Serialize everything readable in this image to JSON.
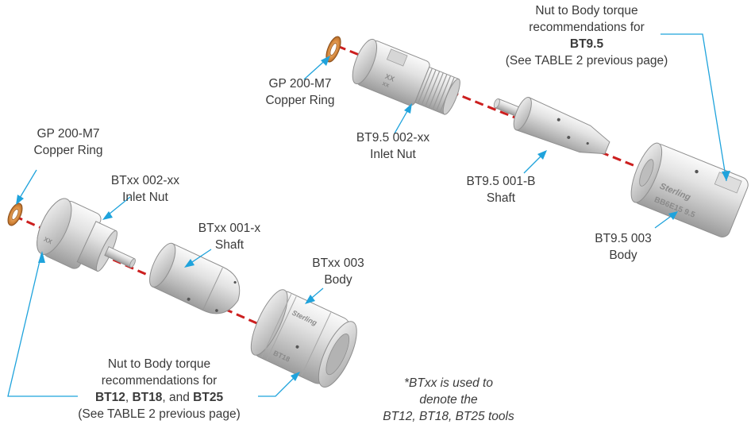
{
  "labels": {
    "top_torque": {
      "line1": "Nut to Body torque",
      "line2": "recommendations for",
      "line3": "BT9.5",
      "line4": "(See TABLE 2 previous page)"
    },
    "top_ring": {
      "line1": "GP 200-M7",
      "line2": "Copper Ring"
    },
    "top_nut": {
      "line1": "BT9.5 002-xx",
      "line2": "Inlet Nut"
    },
    "top_shaft": {
      "line1": "BT9.5 001-B",
      "line2": "Shaft"
    },
    "top_body": {
      "line1": "BT9.5 003",
      "line2": "Body"
    },
    "left_ring": {
      "line1": "GP 200-M7",
      "line2": "Copper Ring"
    },
    "left_nut": {
      "line1": "BTxx 002-xx",
      "line2": "Inlet Nut"
    },
    "left_shaft": {
      "line1": "BTxx 001-x",
      "line2": "Shaft"
    },
    "left_body": {
      "line1": "BTxx 003",
      "line2": "Body"
    },
    "bottom_torque": {
      "line1": "Nut to Body torque",
      "line2": "recommendations for",
      "bt12": "BT12",
      "sep1": ", ",
      "bt18": "BT18",
      "sep2": ", and ",
      "bt25": "BT25",
      "line4": "(See TABLE 2 previous page)"
    },
    "note": {
      "line1": "*BTxx is used to",
      "line2": "denote the",
      "line3": "BT12, BT18, BT25 tools"
    }
  },
  "part_markings": {
    "top_nut": "XX",
    "top_nut_2": "xx",
    "top_body_brand": "Sterling",
    "top_body_code": "BB6E15 9.5",
    "left_nut": "XX",
    "left_body_brand": "Sterling",
    "left_body_code": "BT18"
  },
  "colors": {
    "leader": "#1fa3dc",
    "axis": "#cc1f1f",
    "copper": "#d98a3d",
    "metal_light": "#f2f2f2",
    "metal_mid": "#c9c9c9",
    "metal_dark": "#8f8f8f"
  }
}
